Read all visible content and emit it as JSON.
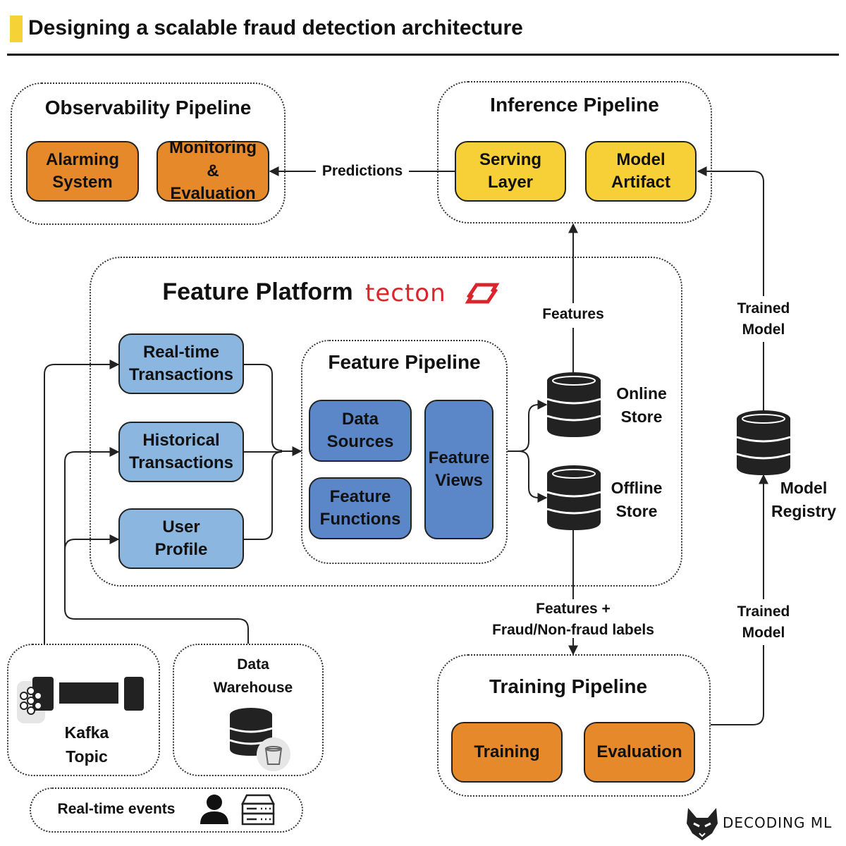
{
  "title": "Designing a scalable fraud detection architecture",
  "colors": {
    "accent": "#f5d235",
    "orange": "#e6892a",
    "yellow": "#f7d038",
    "light_blue": "#8ab6e0",
    "blue": "#5b87c8",
    "tecton_red": "#d8262c"
  },
  "observability": {
    "title": "Observability Pipeline",
    "alarming": "Alarming\nSystem",
    "monitoring": "Monitoring\n& Evaluation"
  },
  "inference": {
    "title": "Inference Pipeline",
    "serving": "Serving\nLayer",
    "artifact": "Model\nArtifact"
  },
  "edges": {
    "predictions": "Predictions",
    "features": "Features",
    "trained_model_top": "Trained\nModel",
    "trained_model_bottom": "Trained\nModel",
    "features_labels": "Features +\nFraud/Non-fraud labels"
  },
  "feature_platform": {
    "title": "Feature Platform",
    "logo_text": "tecton",
    "sources": [
      "Real-time\nTransactions",
      "Historical\nTransactions",
      "User\nProfile"
    ],
    "pipeline": {
      "title": "Feature Pipeline",
      "data_sources": "Data\nSources",
      "feature_functions": "Feature\nFunctions",
      "feature_views": "Feature\nViews"
    },
    "online_store": "Online\nStore",
    "offline_store": "Offline\nStore"
  },
  "model_registry": "Model\nRegistry",
  "training": {
    "title": "Training Pipeline",
    "training": "Training",
    "evaluation": "Evaluation"
  },
  "kafka": "Kafka\nTopic",
  "warehouse": "Data\nWarehouse",
  "events": "Real-time events",
  "brand": "DECODING ML",
  "icons": [
    "database-icon",
    "kafka-icon",
    "bucket-icon",
    "user-icon",
    "server-icon",
    "tecton-logo-icon",
    "wolf-logo-icon"
  ]
}
